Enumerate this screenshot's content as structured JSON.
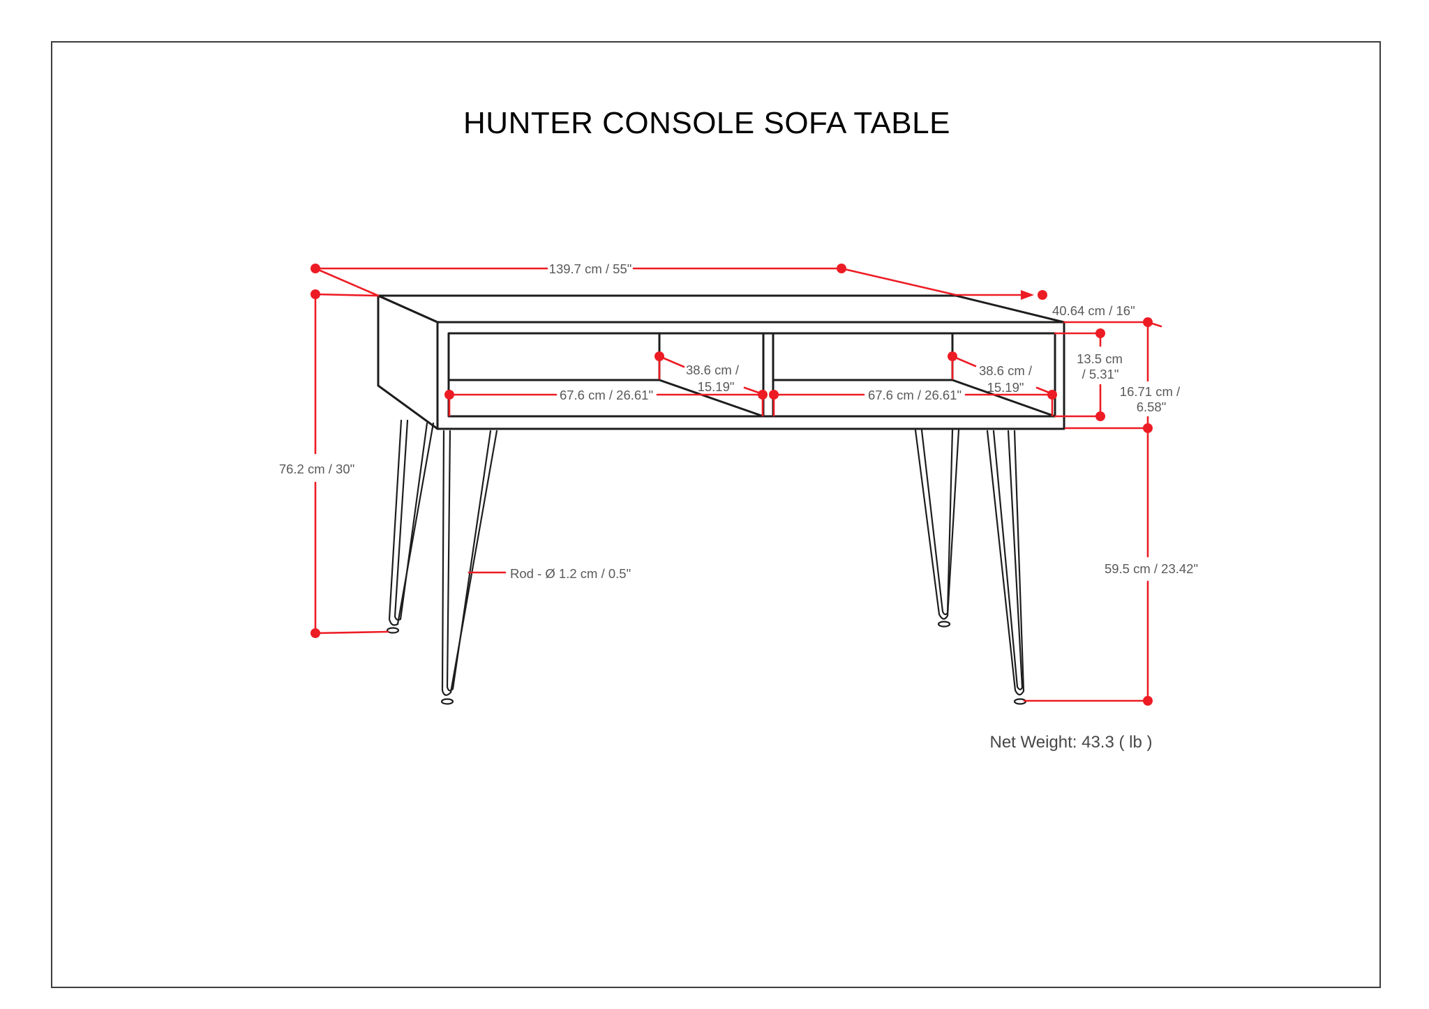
{
  "title": "HUNTER CONSOLE SOFA TABLE",
  "net_weight": "Net Weight: 43.3 ( lb )",
  "colors": {
    "dimension_line": "#ed1c24",
    "drawing_line": "#1d1d1d",
    "dimension_text": "#595959",
    "title_text": "#000000"
  },
  "dims": {
    "overall_width": "139.7 cm / 55\"",
    "overall_depth": "40.64 cm / 16\"",
    "overall_height": "76.2 cm / 30\"",
    "opening_height_line1": "13.5 cm",
    "opening_height_line2": "/ 5.31\"",
    "cabinet_side_height_line1": "16.71 cm /",
    "cabinet_side_height_line2": "6.58\"",
    "shelf_depth_left_line1": "38.6 cm /",
    "shelf_depth_left_line2": "15.19\"",
    "shelf_depth_right_line1": "38.6 cm /",
    "shelf_depth_right_line2": "15.19\"",
    "opening_width_left": "67.6 cm / 26.61\"",
    "opening_width_right": "67.6 cm / 26.61\"",
    "leg_height": "59.5 cm / 23.42\"",
    "rod_diameter": "Rod - Ø 1.2 cm / 0.5\""
  }
}
